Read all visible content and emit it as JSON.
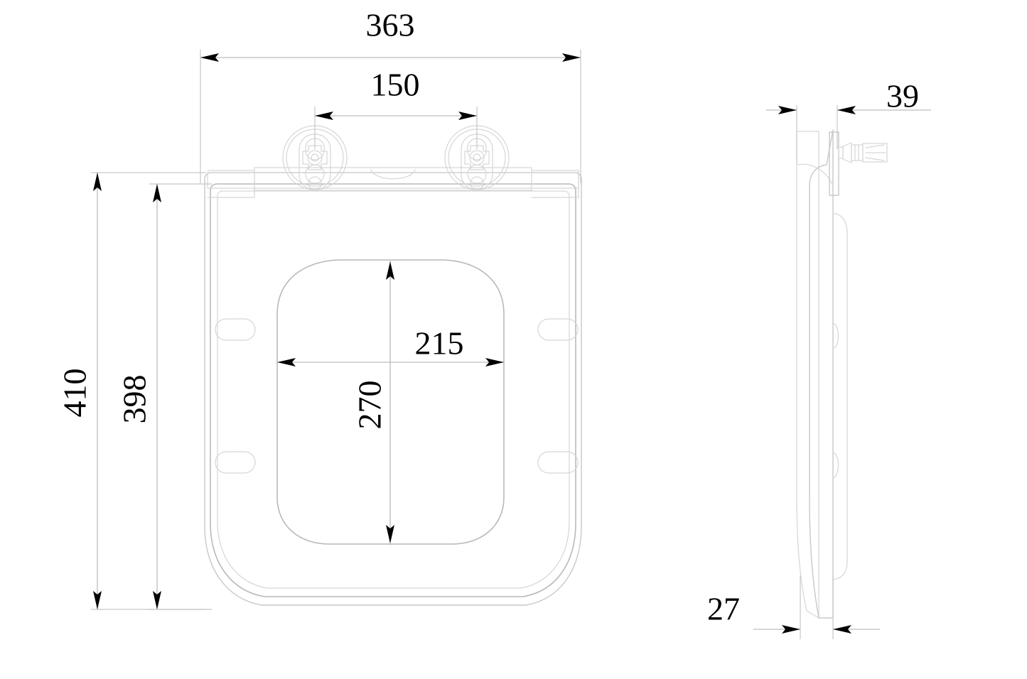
{
  "drawing": {
    "type": "technical-dimension-drawing",
    "subject": "toilet seat and lid",
    "units": "mm",
    "views": [
      {
        "name": "top-view",
        "label": ""
      },
      {
        "name": "side-view",
        "label": ""
      }
    ]
  },
  "dimensions": {
    "top_view": {
      "overall_width": "363",
      "hinge_spacing": "150",
      "overall_length_lid": "410",
      "overall_length_seat": "398",
      "opening_width": "215",
      "opening_length": "270"
    },
    "side_view": {
      "hinge_bolt_projection": "39",
      "seat_thickness": "27"
    }
  },
  "labels": [
    {
      "id": "d363",
      "value": "363",
      "orientation": "horizontal"
    },
    {
      "id": "d150",
      "value": "150",
      "orientation": "horizontal"
    },
    {
      "id": "d410",
      "value": "410",
      "orientation": "vertical"
    },
    {
      "id": "d398",
      "value": "398",
      "orientation": "vertical"
    },
    {
      "id": "d215",
      "value": "215",
      "orientation": "horizontal"
    },
    {
      "id": "d270",
      "value": "270",
      "orientation": "vertical"
    },
    {
      "id": "d39",
      "value": "39",
      "orientation": "horizontal"
    },
    {
      "id": "d27",
      "value": "27",
      "orientation": "horizontal"
    }
  ],
  "colors": {
    "background": "#ffffff",
    "text": "#000000",
    "outline": "#b9b9b9",
    "dimension_line": "#bdbdbd",
    "arrow": "#000000"
  }
}
